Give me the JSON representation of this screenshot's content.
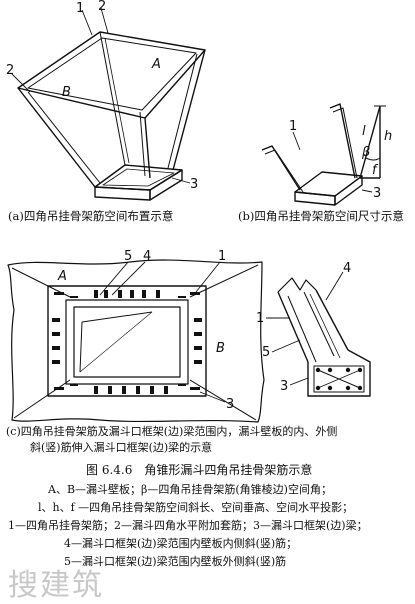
{
  "captions": {
    "a": "(a)四角吊挂骨架筋空间布置示意",
    "b": "(b)四角吊挂骨架筋空间尺寸示意",
    "c_line1": "(c)四角吊挂骨架筋及漏斗口框架(边)梁范围内，漏斗壁板的内、外侧",
    "c_line2": "斜(竖)筋伸入漏斗口框架(边)梁的示意",
    "figure_title": "图 6.4.6　角锥形漏斗四角吊挂骨架筋示意"
  },
  "notes": [
    "A、B—漏斗壁板；β—四角吊挂骨架筋(角锥棱边)空间角；",
    "l、h、f —四角吊挂骨架筋空间斜长、空间垂高、空间水平投影；",
    "1—四角吊挂骨架筋；2—漏斗四角水平附加套筋；3—漏斗口框架(边)梁；",
    "4—漏斗口框架(边)梁范围内壁板内侧斜(竖)筋；",
    "5—漏斗口框架(边)梁范围内壁板外侧斜(竖)筋"
  ],
  "labels_a": {
    "n1": "1",
    "n2": "2",
    "A": "A",
    "n2b": "2",
    "B": "B",
    "n3": "3"
  },
  "labels_b": {
    "n1": "1",
    "l": "l",
    "h": "h",
    "beta": "β",
    "f": "f",
    "n3": "3"
  },
  "labels_c": {
    "n5": "5",
    "n4": "4",
    "n1": "1",
    "A": "A",
    "B": "B",
    "n3": "3"
  },
  "labels_d": {
    "n4": "4",
    "n1": "1",
    "n5": "5",
    "n3": "3"
  },
  "watermark": "搜建筑"
}
